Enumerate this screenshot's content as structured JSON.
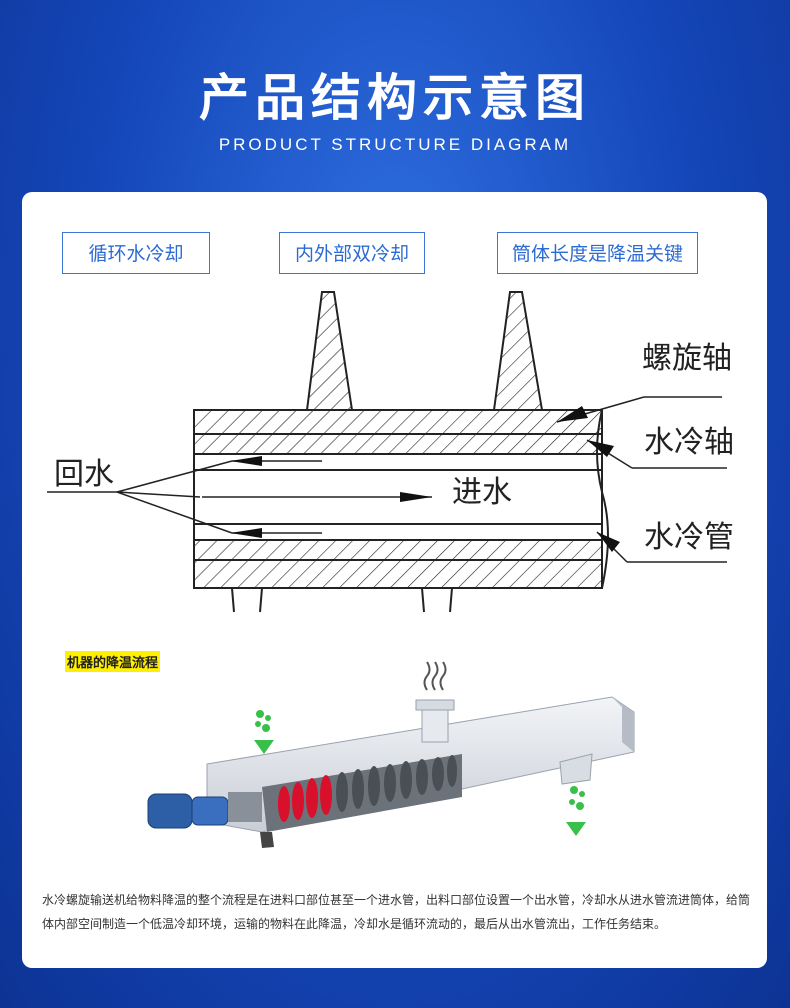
{
  "header": {
    "title": "产品结构示意图",
    "subtitle": "PRODUCT STRUCTURE DIAGRAM"
  },
  "tags": [
    "循环水冷却",
    "内外部双冷却",
    "筒体长度是降温关键"
  ],
  "diagram_labels": {
    "spiral_shaft": "螺旋轴",
    "water_cooled_shaft": "水冷轴",
    "water_cooled_pipe": "水冷管",
    "return_water": "回水",
    "inlet_water": "进水"
  },
  "section": {
    "label": "机器的降温流程"
  },
  "description": "水冷螺旋输送机给物料降温的整个流程是在进料口部位甚至一个进水管，出料口部位设置一个出水管，冷却水从进水管流进筒体，给筒体内部空间制造一个低温冷却环境，运输的物料在此降温，冷却水是循环流动的，最后从出水管流出，工作任务结束。",
  "colors": {
    "background": "#1446b8",
    "accent": "#2c6bd3",
    "highlight": "#ffef00"
  }
}
